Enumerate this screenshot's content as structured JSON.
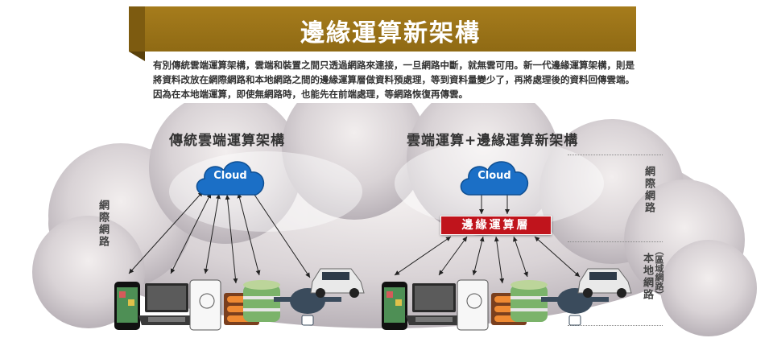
{
  "title": "邊緣運算新架構",
  "intro": "有別傳統雲端運算架構，雲端和裝置之間只透過網路來連接，一旦網路中斷，就無雲可用。新一代邊緣運算架構，則是將資料改放在網際網路和本地網路之間的邊緣運算層做資料預處理，等到資料量變少了，再將處理後的資料回傳雲端。因為在本地端運算，即使無網路時，也能先在前端處理，等網路恢復再傳雲。",
  "left": {
    "title": "傳統雲端運算架構",
    "cloud_label": "Cloud",
    "side_label": "網際網路"
  },
  "right": {
    "title": "雲端運算+邊緣運算新架構",
    "cloud_label": "Cloud",
    "edge_label": "邊緣運算層",
    "internet_label": "網際網路",
    "local_label": "本地網路",
    "local_sub_label": "（區域網路）"
  },
  "colors": {
    "banner": "#9a7418",
    "cloud_blue": "#1b6fc6",
    "edge_red": "#c0141c"
  },
  "icons": [
    "phone-icon",
    "laptop-icon",
    "tablet-icon",
    "router-icon",
    "database-icon",
    "drone-icon",
    "car-icon"
  ]
}
